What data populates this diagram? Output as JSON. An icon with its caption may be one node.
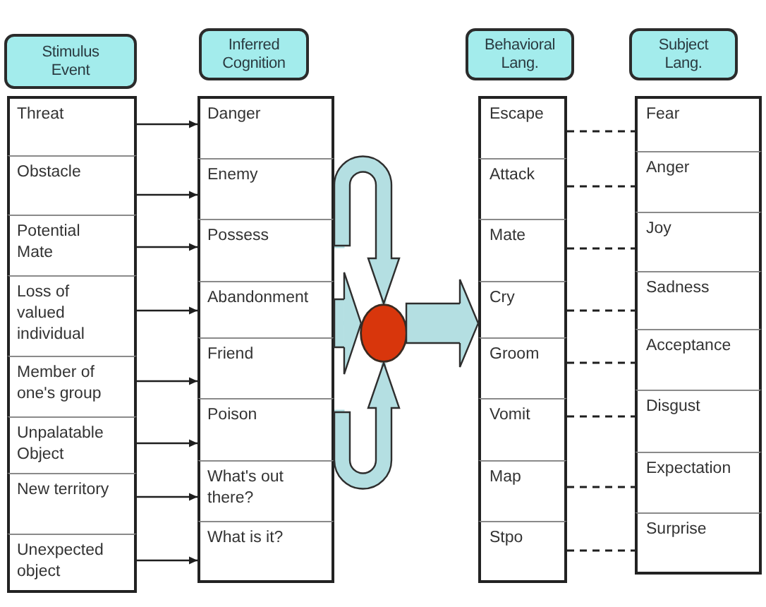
{
  "diagram": {
    "nodes": [
      {
        "text": [
          "Stimulus Event"
        ]
      },
      {
        "text": [
          "Threat"
        ]
      },
      {
        "text": [
          "Obstacle"
        ]
      },
      {
        "text": [
          "Potential Mate"
        ]
      },
      {
        "text": [
          "Loss of valued individual"
        ]
      },
      {
        "text": [
          "Member of one's group"
        ]
      },
      {
        "text": [
          "Unpalatable Object"
        ]
      },
      {
        "text": [
          "New territory"
        ]
      },
      {
        "text": [
          "Unexpected object"
        ]
      },
      {
        "text": [
          "Inferred Cognition"
        ]
      },
      {
        "text": [
          "Danger"
        ]
      },
      {
        "text": [
          "Enemy"
        ]
      },
      {
        "text": [
          "Possess"
        ]
      },
      {
        "text": [
          "Abandonment"
        ]
      },
      {
        "text": [
          "Friend"
        ]
      },
      {
        "text": [
          "Poison"
        ]
      },
      {
        "text": [
          "What's out there?"
        ]
      },
      {
        "text": [
          "What is it?"
        ]
      },
      {
        "text": [],
        "shape": "circle"
      },
      {
        "text": [
          "Behavioral Lang."
        ]
      },
      {
        "text": [
          "Escape"
        ]
      },
      {
        "text": [
          "Attack"
        ]
      },
      {
        "text": [
          "Mate"
        ]
      },
      {
        "text": [
          "Cry"
        ]
      },
      {
        "text": [
          "Groom"
        ]
      },
      {
        "text": [
          "Vomit"
        ]
      },
      {
        "text": [
          "Map"
        ]
      },
      {
        "text": [
          "Stpo"
        ]
      },
      {
        "text": [
          "Subject Lang."
        ]
      },
      {
        "text": [
          "Fear"
        ]
      },
      {
        "text": [
          "Anger"
        ]
      },
      {
        "text": [
          "Joy"
        ]
      },
      {
        "text": [
          "Sadness"
        ]
      },
      {
        "text": [
          "Acceptance"
        ]
      },
      {
        "text": [
          "Disgust"
        ]
      },
      {
        "text": [
          "Expectation"
        ]
      },
      {
        "text": [
          "Surprise"
        ]
      }
    ],
    "edges": [
      {
        "from": 1,
        "to": 10,
        "arrow": "to"
      },
      {
        "from": 2,
        "to": 11,
        "arrow": "to"
      },
      {
        "from": 3,
        "to": 12,
        "arrow": "to"
      },
      {
        "from": 4,
        "to": 13,
        "arrow": "to"
      },
      {
        "from": 5,
        "to": 14,
        "arrow": "to"
      },
      {
        "from": 6,
        "to": 15,
        "arrow": "to"
      },
      {
        "from": 7,
        "to": 16,
        "arrow": "to"
      },
      {
        "from": 8,
        "to": 17,
        "arrow": "to"
      },
      {
        "from": 13,
        "to": 18,
        "arrow": "to",
        "style": "thick",
        "color": "#b4dfe2"
      },
      {
        "from": 12,
        "to": 18,
        "arrow": "to",
        "style": "thick",
        "color": "#b4dfe2"
      },
      {
        "from": 15,
        "to": 18,
        "arrow": "to",
        "style": "thick",
        "color": "#b4dfe2"
      },
      {
        "from": 18,
        "to": 23,
        "arrow": "to",
        "style": "thick",
        "color": "#b4dfe2"
      },
      {
        "from": 20,
        "to": 29,
        "arrow": "none",
        "style": "dashed"
      },
      {
        "from": 21,
        "to": 30,
        "arrow": "none",
        "style": "dashed"
      },
      {
        "from": 22,
        "to": 31,
        "arrow": "none",
        "style": "dashed"
      },
      {
        "from": 23,
        "to": 32,
        "arrow": "none",
        "style": "dashed"
      },
      {
        "from": 24,
        "to": 33,
        "arrow": "none",
        "style": "dashed"
      },
      {
        "from": 25,
        "to": 34,
        "arrow": "none",
        "style": "dashed"
      },
      {
        "from": 26,
        "to": 35,
        "arrow": "none",
        "style": "dashed"
      },
      {
        "from": 27,
        "to": 36,
        "arrow": "none",
        "style": "dashed"
      }
    ]
  }
}
